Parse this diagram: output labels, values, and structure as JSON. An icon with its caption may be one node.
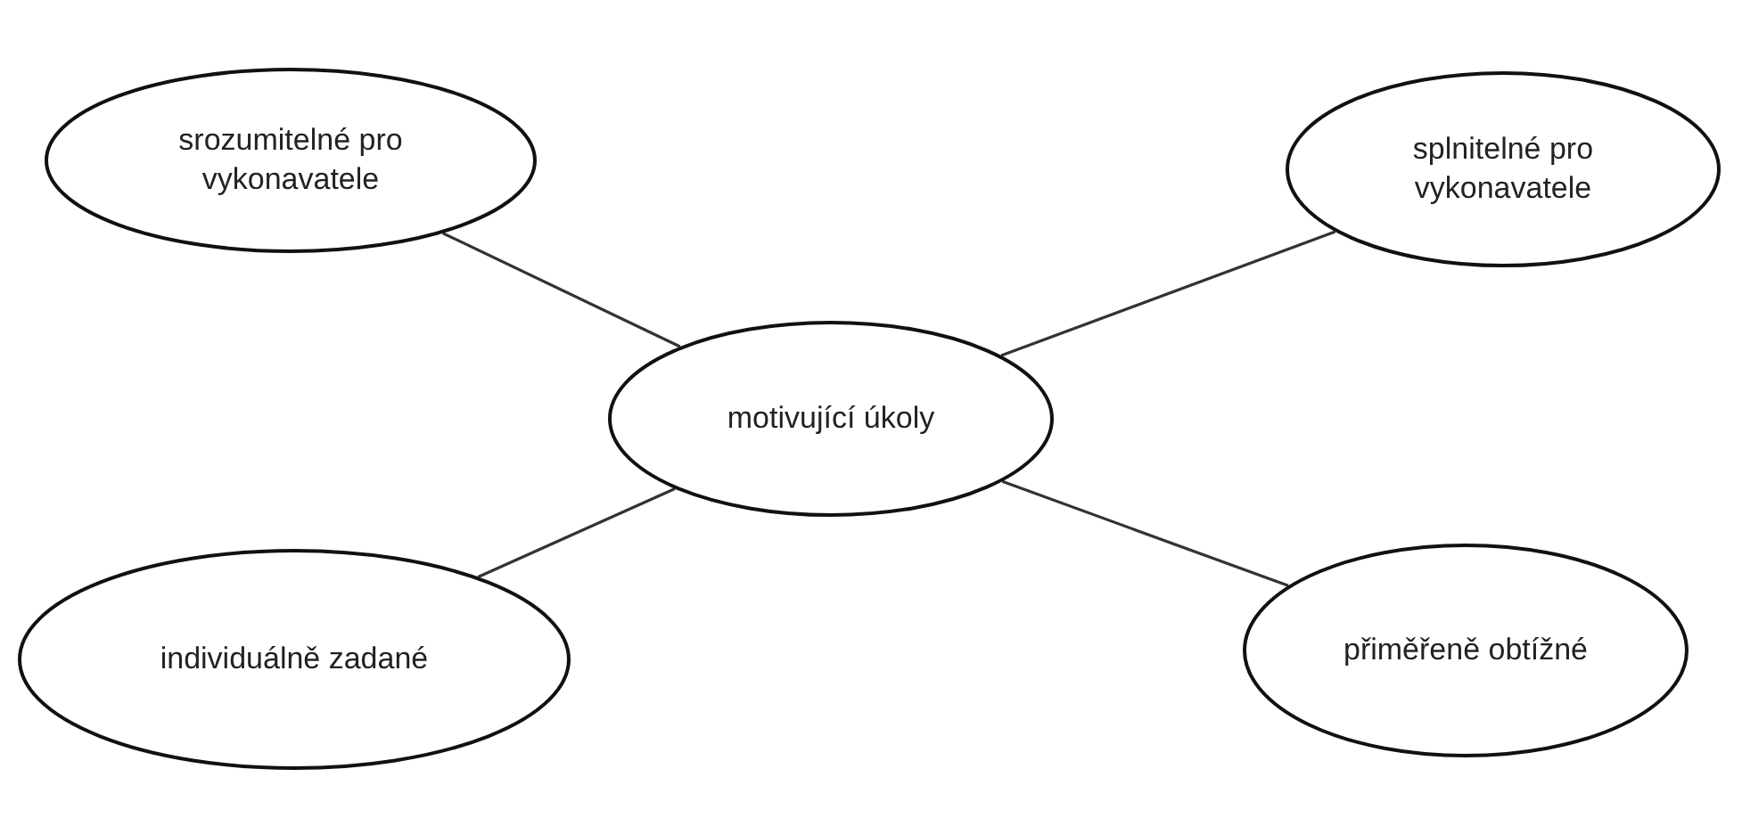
{
  "diagram": {
    "nodes": [
      {
        "text": [
          "srozumitelné pro vykonavatele"
        ]
      },
      {
        "text": [
          "splnitelné pro vykonavatele"
        ]
      },
      {
        "text": [
          "motivující úkoly"
        ]
      },
      {
        "text": [
          "individuálně zadané"
        ]
      },
      {
        "text": [
          "přiměřeně obtížné"
        ]
      }
    ],
    "edges": [
      {
        "from": 2,
        "to": 0,
        "arrow": "none"
      },
      {
        "from": 2,
        "to": 1,
        "arrow": "none"
      },
      {
        "from": 2,
        "to": 3,
        "arrow": "none"
      },
      {
        "from": 2,
        "to": 4,
        "arrow": "none"
      }
    ]
  }
}
